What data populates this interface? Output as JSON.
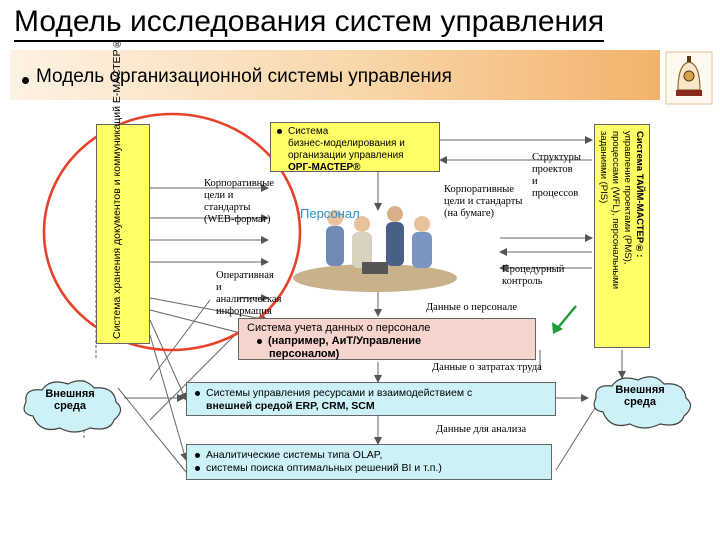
{
  "title": "Модель исследования систем управления",
  "subtitle": "Модель организационной системы управления",
  "boxes": {
    "edms": "Система хранения документов и коммуникаций E-МАСТЕР®",
    "bpm_line1": "Система",
    "bpm_line2": "бизнес-моделирования и",
    "bpm_line3": "организации управления",
    "bpm_line4": "ОРГ-МАСТЕР®",
    "time_line1": "Система ТАЙМ-МАСТЕР®:",
    "time_line2": "управление проектами (PMS),",
    "time_line3": "процессами (WFL), персональными",
    "time_line4": "заданиями (PIS)",
    "hr_line1": "Система учета данных о персонале",
    "hr_line2": "(например, АиТ/Управление",
    "hr_line3": "персоналом)",
    "erp_line1": "Системы управления ресурсами и взаимодействием с",
    "erp_line2": "внешней средой ERP, CRM, SCM",
    "olap_line1": "Аналитические системы типа OLAP,",
    "olap_line2": "системы поиска оптимальных решений BI и т.п.)"
  },
  "labels": {
    "corp_web": "Корпоративные цели и стандарты (WEB-формат)",
    "corp_paper": "Корпоративные цели и стандарты (на бумаге)",
    "personnel": "Персонал",
    "structures": "Структуры проектов и процессов",
    "procedures": "Процедурный контроль",
    "operative": "Оперативная и аналитическая информация",
    "hr_data": "Данные о персонале",
    "labor_cost": "Данные о затратах труда",
    "analysis_data": "Данные для анализа"
  },
  "clouds": {
    "left": "Внешняя среда",
    "right": "Внешняя среда"
  },
  "colors": {
    "yellow": "#ffff66",
    "light_blue": "#ccf2f7",
    "pink": "#f6d3cc",
    "red_circle": "#e8412b",
    "accent_arrow": "#1f9c3a",
    "personnel_text": "#2a8fd0"
  }
}
